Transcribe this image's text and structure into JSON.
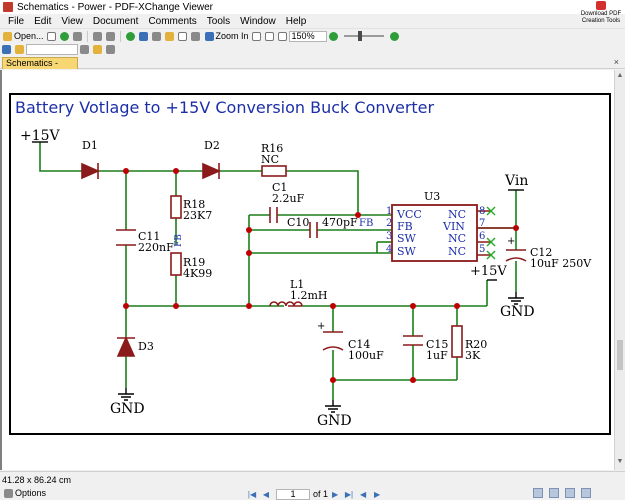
{
  "window": {
    "title": "Schematics - Power - PDF-XChange Viewer",
    "download_label_1": "Download PDF",
    "download_label_2": "Creation Tools"
  },
  "menu": [
    "File",
    "Edit",
    "View",
    "Document",
    "Comments",
    "Tools",
    "Window",
    "Help"
  ],
  "toolbar": {
    "open_label": "Open...",
    "zoom_in_label": "Zoom In",
    "zoom_value": "150%"
  },
  "tab": {
    "label": "Schematics - Power",
    "close": "×"
  },
  "schematic": {
    "title": "Battery Votlage to +15V Conversion Buck Converter",
    "labels": {
      "p15_top": "+15V",
      "d1": "D1",
      "d2": "D2",
      "d3": "D3",
      "r16": "R16",
      "r16_val": "NC",
      "c1": "C1",
      "c1_val": "2.2uF",
      "c10": "C10",
      "c10_val": "470pF",
      "fb_net": "FB",
      "fb_net2": "FB",
      "c11": "C11",
      "c11_val": "220nF",
      "r18": "R18",
      "r18_val": "23K7",
      "r19": "R19",
      "r19_val": "4K99",
      "u3": "U3",
      "pin_vcc": "VCC",
      "pin_fb": "FB",
      "pin_sw1": "SW",
      "pin_sw2": "SW",
      "pin_nc1": "NC",
      "pin_vin": "VIN",
      "pin_nc2": "NC",
      "pin_nc3": "NC",
      "n1": "1",
      "n2": "2",
      "n3": "3",
      "n4": "4",
      "n5": "5",
      "n6": "6",
      "n7": "7",
      "n8": "8",
      "vin": "Vin",
      "c12": "C12",
      "c12_val": "10uF 250V",
      "gnd_c12": "GND",
      "p15_out": "+15V",
      "l1": "L1",
      "l1_val": "1.2mH",
      "c14": "C14",
      "c14_val": "100uF",
      "c15": "C15",
      "c15_val": "1uF",
      "r20": "R20",
      "r20_val": "3K",
      "gnd_d3": "GND",
      "gnd_c14": "GND"
    }
  },
  "status": {
    "dims": "41.28 x 86.24 cm",
    "options": "Options",
    "page_current": "1",
    "page_of": "of 1"
  },
  "colors": {
    "wire": "#1a7f1a",
    "component": "#8b1a1a",
    "junction": "#c00000",
    "title": "#1c2fa8",
    "tab": "#f7d774"
  }
}
